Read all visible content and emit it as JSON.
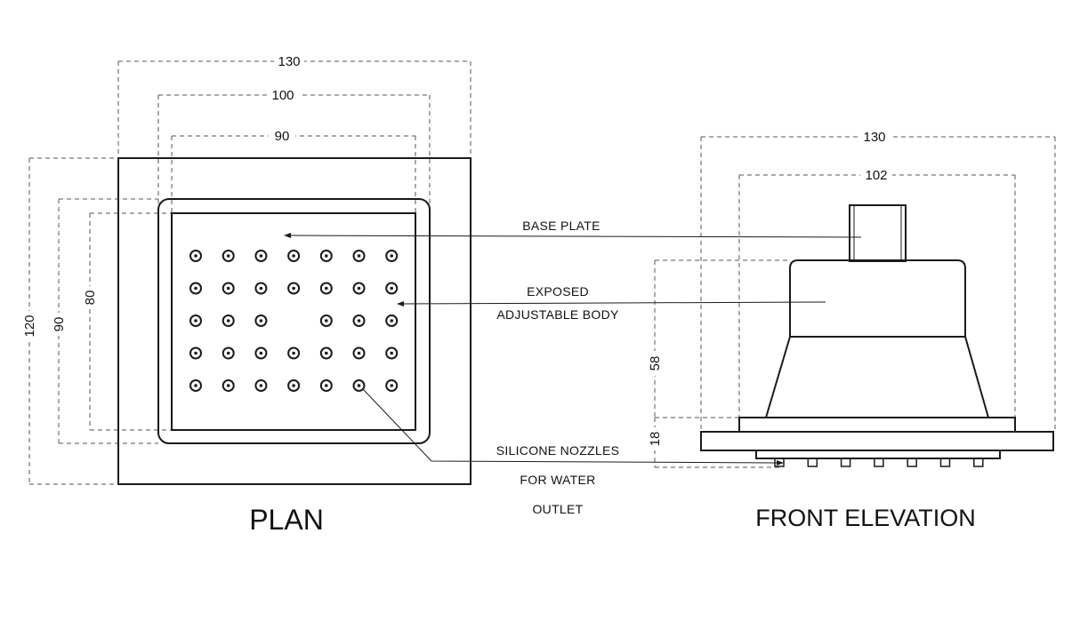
{
  "plan": {
    "title": "PLAN",
    "dims": {
      "outer_width": "130",
      "body_width": "100",
      "inner_width": "90",
      "outer_height": "120",
      "body_height": "90",
      "inner_height": "80"
    },
    "nozzle_grid": {
      "rows": 5,
      "cols": 7,
      "missing": [
        [
          2,
          3
        ]
      ]
    }
  },
  "elevation": {
    "title": "FRONT ELEVATION",
    "dims": {
      "overall_width": "130",
      "body_width": "102",
      "body_height": "58",
      "base_height": "18"
    },
    "nozzle_tips": 7
  },
  "callouts": {
    "base_plate": "BASE PLATE",
    "exposed_line1": "EXPOSED",
    "exposed_line2": "ADJUSTABLE BODY",
    "nozzles_line1": "SILICONE NOZZLES",
    "nozzles_line2": "FOR WATER",
    "nozzles_line3": "OUTLET"
  }
}
